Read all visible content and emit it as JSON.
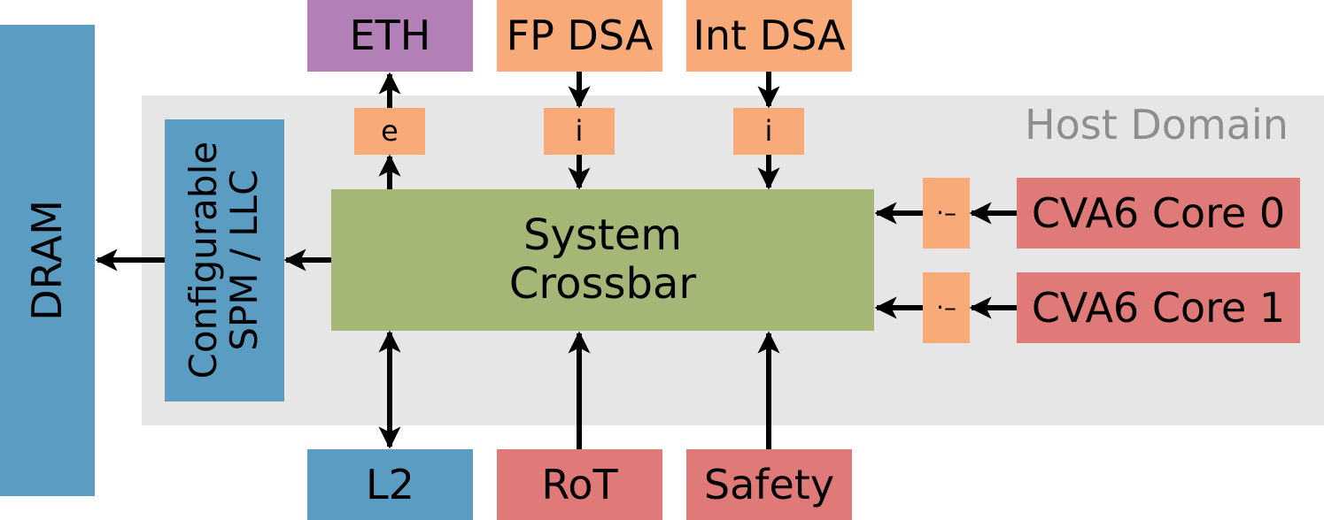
{
  "host": {
    "label": "Host Domain"
  },
  "dram": {
    "label": "DRAM"
  },
  "cache": {
    "line1": "Configurable",
    "line2": "SPM / LLC"
  },
  "crossbar": {
    "line1": "System",
    "line2": "Crossbar"
  },
  "top": {
    "eth": "ETH",
    "fp_dsa": "FP DSA",
    "int_dsa": "Int DSA",
    "eth_adapter": "e",
    "fp_adapter": "i",
    "int_adapter": "i"
  },
  "cores": {
    "core0": "CVA6 Core 0",
    "core1": "CVA6 Core 1",
    "adapter0": "·–",
    "adapter1": "·–"
  },
  "bottom": {
    "l2": "L2",
    "rot": "RoT",
    "safety": "Safety"
  },
  "colors": {
    "host_bg": "#e6e6e6",
    "memory": "#5b9cc3",
    "ethernet": "#b27fb6",
    "adapter": "#f8aa79",
    "core": "#e07a78",
    "crossbar": "#a4b777"
  }
}
